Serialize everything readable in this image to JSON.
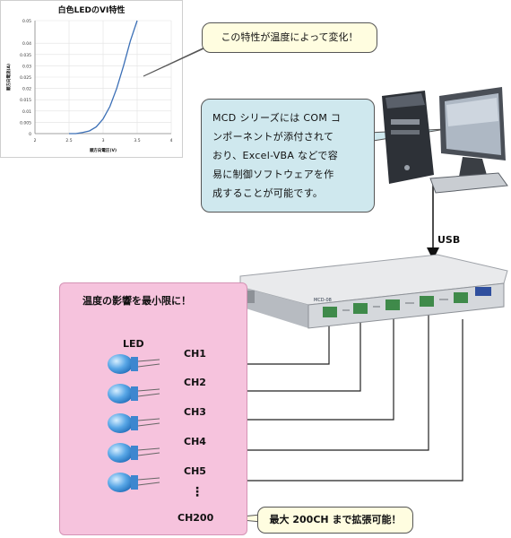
{
  "chart_data": {
    "type": "line",
    "title": "白色LEDのVI特性",
    "xlabel": "順方向電圧(V)",
    "ylabel": "順方向電流(A)",
    "x_ticks": [
      "2",
      "2.5",
      "3",
      "3.5",
      "4"
    ],
    "y_ticks": [
      "0",
      "0.005",
      "0.01",
      "0.015",
      "0.02",
      "0.025",
      "0.03",
      "0.035",
      "0.04",
      "0.05"
    ],
    "xlim": [
      2,
      4
    ],
    "ylim": [
      0,
      0.05
    ],
    "series": [
      {
        "x": [
          2.5,
          2.6,
          2.7,
          2.8,
          2.9,
          3.0,
          3.1,
          3.2,
          3.3,
          3.4,
          3.5
        ],
        "values": [
          0,
          0,
          0.0005,
          0.0012,
          0.003,
          0.0065,
          0.012,
          0.02,
          0.03,
          0.041,
          0.05
        ]
      }
    ],
    "grid": true
  },
  "callouts": {
    "temperature": "この特性が温度によって変化！",
    "com_lines": [
      "MCD シリーズには COM コ",
      "ンポーネントが添付されて",
      "おり、Excel-VBA などで容",
      "易に制御ソフトウェアを作",
      "成することが可能です。"
    ],
    "max_channels": "最大 200CH まで拡張可能！"
  },
  "panel": {
    "title": "温度の影響を最小限に！",
    "led_label": "LED",
    "channels": [
      "CH1",
      "CH2",
      "CH3",
      "CH4",
      "CH5"
    ],
    "ellipsis": "⋮",
    "last_channel": "CH200"
  },
  "connection": {
    "usb_label": "USB"
  },
  "device": {
    "model": "MCD-08"
  },
  "colors": {
    "curve": "#3b6fb6",
    "panel": "#f6c3dd",
    "callout_blue": "#cfe8ee",
    "callout_yellow": "#fffde0",
    "led": "#59a7e6"
  }
}
